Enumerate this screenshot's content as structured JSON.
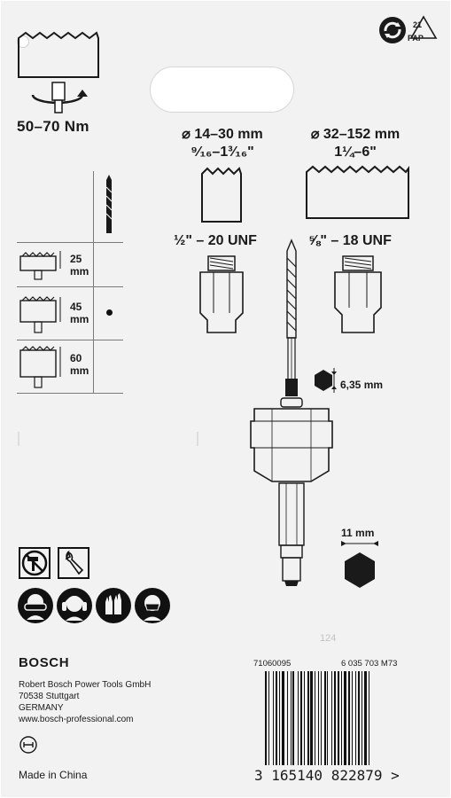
{
  "torque": {
    "label": "50–70 Nm"
  },
  "recycle": {
    "code": "21",
    "material": "PAP"
  },
  "holesaw_small": {
    "diameter_mm": "⌀ 14–30 mm",
    "diameter_in": "⁹⁄₁₆–1³⁄₁₆\"",
    "thread": "½\" – 20 UNF"
  },
  "holesaw_large": {
    "diameter_mm": "⌀ 32–152 mm",
    "diameter_in": "1¼–6\"",
    "thread": "⅝\" – 18 UNF"
  },
  "depth_table": {
    "rows": [
      {
        "depth": "25",
        "unit": "mm",
        "marked": false
      },
      {
        "depth": "45",
        "unit": "mm",
        "marked": true
      },
      {
        "depth": "60",
        "unit": "mm",
        "marked": false
      }
    ]
  },
  "hex_shank": {
    "size": "6,35 mm"
  },
  "hex_drive": {
    "size": "11 mm"
  },
  "safety_icons": [
    "no-hammer-icon",
    "wrench-icon",
    "goggles-icon",
    "ear-protection-icon",
    "gloves-icon",
    "dust-mask-icon"
  ],
  "page_number": "124",
  "brand": "BOSCH",
  "manufacturer": {
    "name": "Robert Bosch Power Tools GmbH",
    "city": "70538 Stuttgart",
    "country": "GERMANY",
    "website": "www.bosch-professional.com"
  },
  "made_in": "Made in China",
  "codes": {
    "internal": "71060095",
    "part_number": "6 035 703 M73"
  },
  "barcode": {
    "digits": "3 165140 822879 >"
  }
}
